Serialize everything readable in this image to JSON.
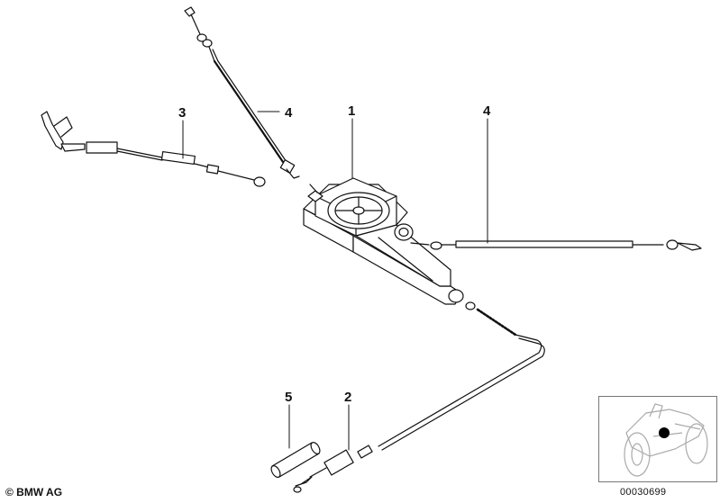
{
  "callouts": [
    {
      "id": "label-1",
      "text": "1"
    },
    {
      "id": "label-2",
      "text": "2"
    },
    {
      "id": "label-3",
      "text": "3"
    },
    {
      "id": "label-4a",
      "text": "4"
    },
    {
      "id": "label-4b",
      "text": "4"
    },
    {
      "id": "label-5",
      "text": "5"
    }
  ],
  "footer": {
    "copyright": "© BMW AG",
    "doc_number": "00030699"
  },
  "colors": {
    "line": "#111111",
    "thumb_marker": "#000000"
  },
  "icons": {
    "thumbnail": "motorcycle-location-thumbnail"
  }
}
